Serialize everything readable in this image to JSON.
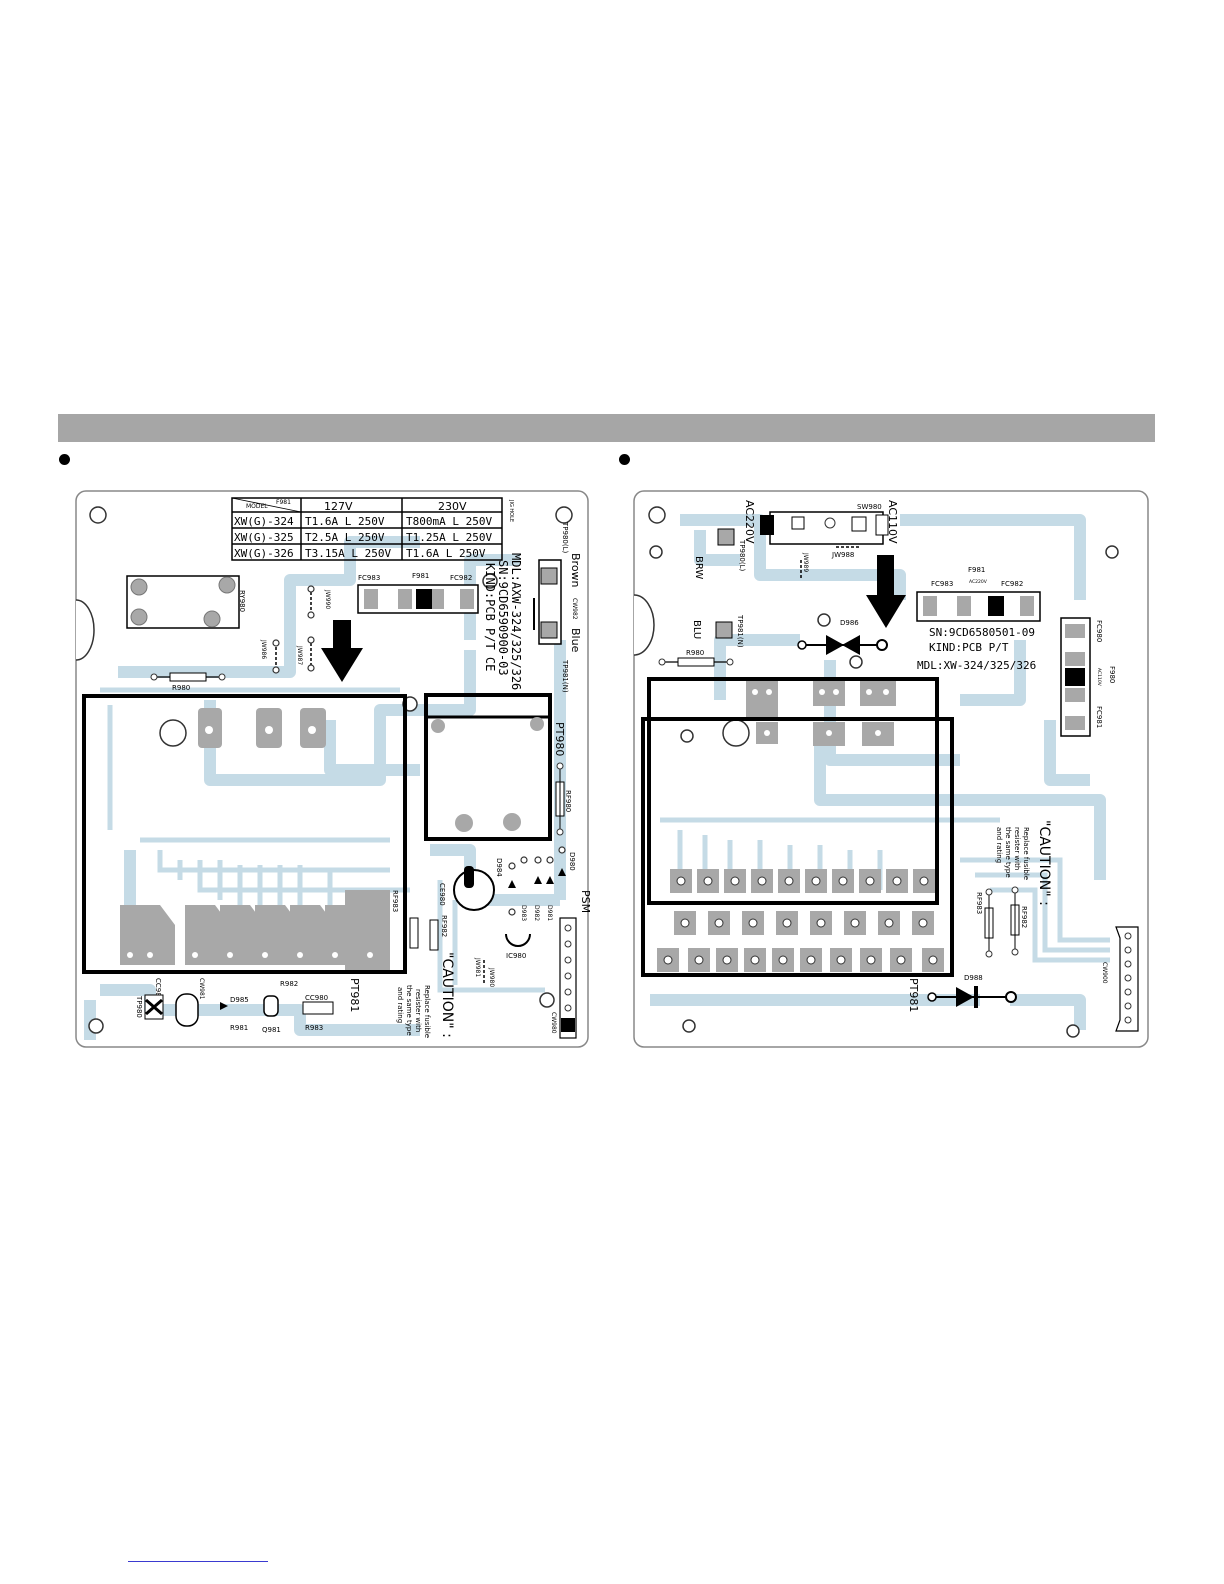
{
  "left_board": {
    "fuse_table": {
      "header": [
        "MODEL",
        "F981",
        "127V",
        "230V"
      ],
      "rows": [
        [
          "XW(G)-324",
          "T1.6A L 250V",
          "T800mA L 250V"
        ],
        [
          "XW(G)-325",
          "T2.5A L 250V",
          "T1.25A L 250V"
        ],
        [
          "XW(G)-326",
          "T3.15A L 250V",
          "T1.6A L 250V"
        ]
      ]
    },
    "mdl": "MDL:AXW-324/325/326",
    "sn": "SN:9CD6590900-03",
    "kind": "KIND:PCB P/T CE",
    "brown": "Brown",
    "blue": "Blue",
    "cw982": "CW982",
    "tp980": "TP980(L)",
    "tp981": "TP981(N)",
    "fc983": "FC983",
    "f981": "F981",
    "fc982": "FC982",
    "jw990": "JW990",
    "jw986": "JW986",
    "jw987": "JW987",
    "ry980": "RY980",
    "r980": "R980",
    "pt980": "PT980",
    "rf980": "RF980",
    "psm": "PSM",
    "d980": "D980",
    "d981": "D981",
    "d982": "D982",
    "d983": "D983",
    "d984": "D984",
    "ce980": "CE980",
    "rf982": "RF982",
    "rf983": "RF983",
    "ic980": "IC980",
    "jw980": "JW980",
    "jw981": "JW981",
    "cw980": "CW980",
    "pt981": "PT981",
    "r982": "R982",
    "cc980": "CC980",
    "r983": "R983",
    "q981": "Q981",
    "r981": "R981",
    "d985": "D985",
    "cw981": "CW981",
    "cc981": "CC981",
    "tp980b": "TP980",
    "jig_hole": "JIG HOLE",
    "caution_title": "\"CAUTION\" :",
    "caution_lines": [
      "Replace fusible",
      "resister with",
      "the same type",
      "and rating"
    ]
  },
  "right_board": {
    "sw980": "SW980",
    "ac220": "AC220V",
    "ac110": "AC110V",
    "brw": "BRW",
    "tp980": "TP980(L)",
    "jw989": "JW989",
    "jw988": "JW988",
    "blu": "BLU",
    "tp981": "TP981(N)",
    "f981": "F981",
    "fc983": "FC983",
    "ac220small": "AC220V",
    "fc982": "FC982",
    "d986": "D986",
    "r980": "R980",
    "sn": "SN:9CD6580501-09",
    "kind": "KIND:PCB P/T",
    "mdl": "MDL:XW-324/325/326",
    "fc980": "FC980",
    "f980": "F980",
    "ac110small": "AC110V",
    "fc981": "FC981",
    "caution_title": "\"CAUTION\" :",
    "caution_lines": [
      "Replace fusible",
      "resister with",
      "the same type",
      "and rating"
    ],
    "rf983": "RF983",
    "rf982": "RF982",
    "d988": "D988",
    "pt981": "PT981",
    "cw900": "CW900"
  },
  "colors": {
    "trace": "#c5dbe6",
    "pad": "#a8a8a8",
    "outline": "#000000",
    "header": "#a6a6a6"
  }
}
